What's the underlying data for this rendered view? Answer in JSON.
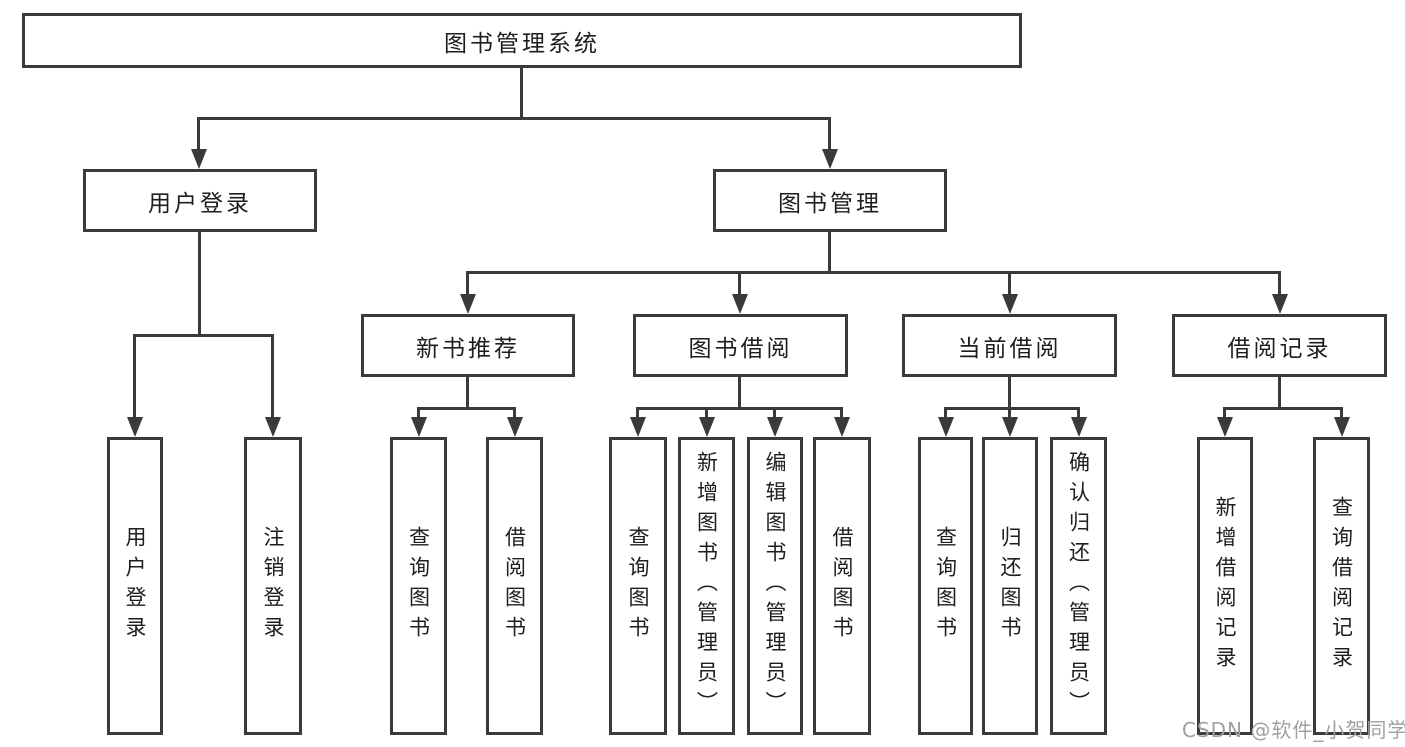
{
  "diagram": {
    "title": "图书管理系统",
    "level2": {
      "user_login": "用户登录",
      "book_management": "图书管理"
    },
    "level3": {
      "new_book_recommend": "新书推荐",
      "book_borrow": "图书借阅",
      "current_borrow": "当前借阅",
      "borrow_records": "借阅记录"
    },
    "leaves": {
      "user_login": [
        "用户登录",
        "注销登录"
      ],
      "new_book_recommend": [
        "查询图书",
        "借阅图书"
      ],
      "book_borrow": [
        "查询图书",
        "新增图书（管理员）",
        "编辑图书（管理员）",
        "借阅图书"
      ],
      "current_borrow": [
        "查询图书",
        "归还图书",
        "确认归还（管理员）"
      ],
      "borrow_records": [
        "新增借阅记录",
        "查询借阅记录"
      ]
    },
    "colors": {
      "line": "#3a3a3c",
      "box_border": "#3a3a3c",
      "text": "#1e1e1e",
      "background": "#ffffff",
      "watermark": "#9fa0a4"
    },
    "watermark": "CSDN @软件_小贺同学"
  }
}
